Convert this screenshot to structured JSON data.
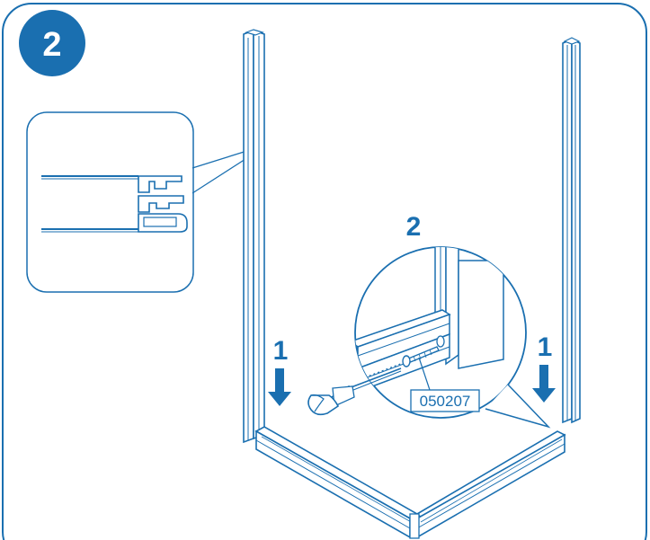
{
  "step": {
    "number": "2"
  },
  "labels": {
    "left_arrow_number": "1",
    "right_arrow_number": "1",
    "detail_number": "2",
    "part_code": "050207"
  },
  "colors": {
    "accent": "#1a6fb0",
    "line": "#1a6fb0",
    "fill_light": "#ffffff",
    "fill_panel": "#f4f6f8"
  },
  "icons": {
    "step_badge": "circle-badge",
    "down_arrow": "down-arrow-icon",
    "screwdriver": "screwdriver-icon",
    "screw": "screw-icon"
  }
}
